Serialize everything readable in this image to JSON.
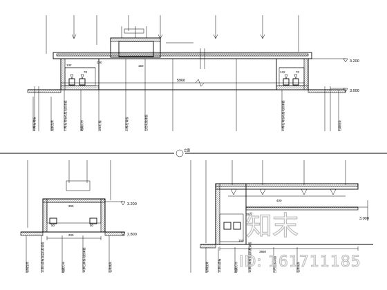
{
  "drawing": {
    "top_elevation": {
      "dimensions": {
        "total_width": "5960",
        "center_upper": "280",
        "center_small": "150",
        "left_box_w": "132",
        "left_box_inner": "70",
        "right_box_w": "132",
        "right_box_inner": "70"
      },
      "levels": {
        "upper": "3.200",
        "lower": "3.000"
      },
      "callouts": [
        "12厚石膏板",
        "轻钢龙骨",
        "12厚石膏板双层乳胶漆面",
        "暗藏灯带",
        "LED灯管",
        "12厚石膏板",
        "白色乳胶漆面",
        "12厚石膏板双层乳胶漆面",
        "石膏线条"
      ]
    },
    "section_label": "立面",
    "bottom_left": {
      "dimensions": {
        "top_w": "300",
        "side_a": "50",
        "side_b": "50",
        "bottom_w": "200"
      },
      "levels": {
        "upper": "3.200",
        "lower": "2.800"
      },
      "callouts": [
        "轻钢龙骨",
        "12厚石膏板双层乳胶漆面",
        "暗藏灯带",
        "12厚石膏板乳胶漆面",
        "石膏线条"
      ]
    },
    "bottom_right": {
      "dimensions": {
        "top_w": "400",
        "left_w": "350",
        "total_w": "3950",
        "small": "150"
      },
      "levels": {
        "upper": "3.000"
      },
      "callouts": [
        "轻钢龙骨",
        "12厚石膏板",
        "暗藏灯带",
        "12厚石膏板双层乳胶漆面",
        "白色乳胶漆面",
        "石膏线条"
      ]
    }
  },
  "watermark": {
    "brand": "知末",
    "id_text": "ID: 161711185"
  }
}
